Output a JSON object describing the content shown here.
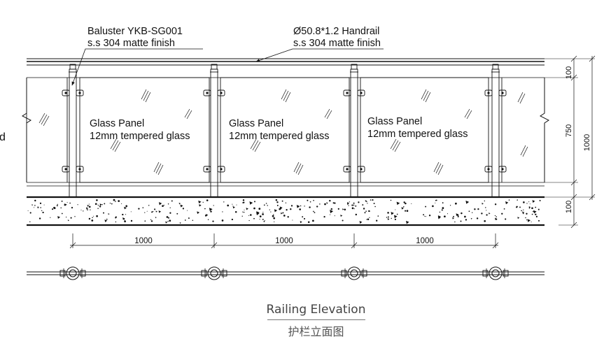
{
  "labels": {
    "baluster_line1": "Baluster YKB-SG001",
    "baluster_line2": "s.s 304 matte finish",
    "handrail_line1": "Ø50.8*1.2 Handrail",
    "handrail_line2": "s.s 304 matte finish",
    "left_edge_char": "d"
  },
  "panels": [
    {
      "name": "Glass Panel",
      "spec": "12mm tempered glass"
    },
    {
      "name": "Glass Panel",
      "spec": "12mm tempered glass"
    },
    {
      "name": "Glass Panel",
      "spec": "12mm tempered glass"
    }
  ],
  "dimensions": {
    "spacings": [
      "1000",
      "1000",
      "1000"
    ],
    "vertical": {
      "top": "100",
      "middle": "750",
      "bottom": "100",
      "total": "1000"
    }
  },
  "caption": {
    "english": "Railing Elevation",
    "chinese": "护栏立面图"
  },
  "colors": {
    "line": "#111111",
    "caption": "#444444"
  }
}
